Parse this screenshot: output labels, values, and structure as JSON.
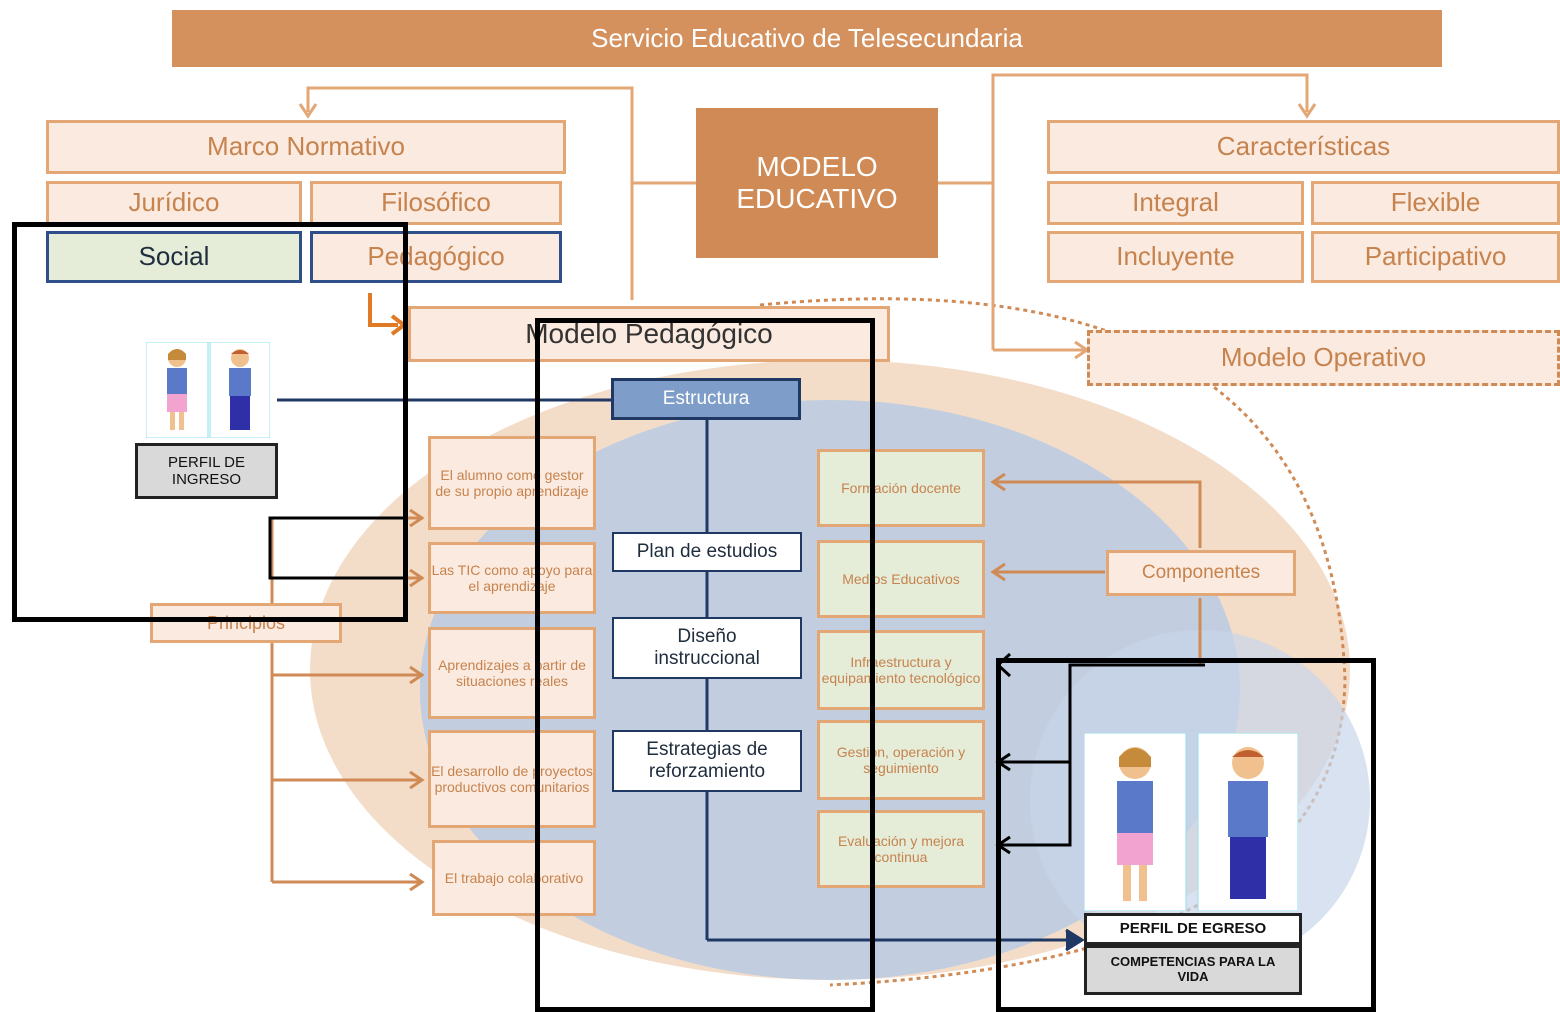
{
  "header": {
    "title": "Servicio Educativo de Telesecundaria"
  },
  "modelo_educativo": {
    "line1": "MODELO",
    "line2": "EDUCATIVO"
  },
  "marco_normativo": {
    "title": "Marco Normativo",
    "items": [
      "Jurídico",
      "Filosófico",
      "Social",
      "Pedagógico"
    ]
  },
  "caracteristicas": {
    "title": "Características",
    "items": [
      "Integral",
      "Flexible",
      "Incluyente",
      "Participativo"
    ]
  },
  "modelo_pedagogico": {
    "title": "Modelo Pedagógico"
  },
  "modelo_operativo": {
    "title": "Modelo Operativo"
  },
  "perfil_ingreso": {
    "label": "PERFIL DE INGRESO"
  },
  "estructura": {
    "title": "Estructura",
    "items": [
      "Plan de estudios",
      "Diseño instruccional",
      "Estrategias de reforzamiento"
    ]
  },
  "principios": {
    "title": "Principios",
    "items": [
      "El alumno como gestor de su propio aprendizaje",
      "Las TIC como apoyo para el aprendizaje",
      "Aprendizajes a partir de situaciones reales",
      "El desarrollo de proyectos productivos comunitarios",
      "El trabajo colaborativo"
    ]
  },
  "componentes": {
    "title": "Componentes",
    "items": [
      "Formación docente",
      "Medios Educativos",
      "Infraestructura y equipamiento tecnológico",
      "Gestión, operación y seguimiento",
      "Evaluación y mejora continua"
    ]
  },
  "perfil_egreso": {
    "label": "PERFIL DE EGRESO",
    "sublabel": "COMPETENCIAS PARA LA VIDA"
  },
  "colors": {
    "orange": "#d08a55",
    "peach": "#fbeadf",
    "blue": "#b8cbe3",
    "navy": "#1f3864"
  }
}
